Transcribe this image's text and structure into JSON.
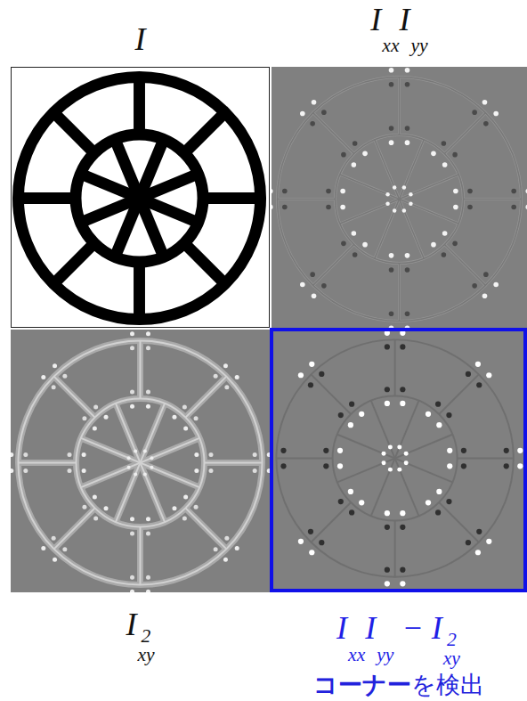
{
  "diagram": {
    "nodes": [
      {
        "text": [
          "I"
        ]
      },
      {
        "text": [
          "IxxIyy"
        ]
      },
      {
        "text": [
          "Ixy2"
        ]
      },
      {
        "text": [
          "IxxIyy − Ixy2",
          "コーナー",
          "を検出"
        ]
      }
    ]
  }
}
